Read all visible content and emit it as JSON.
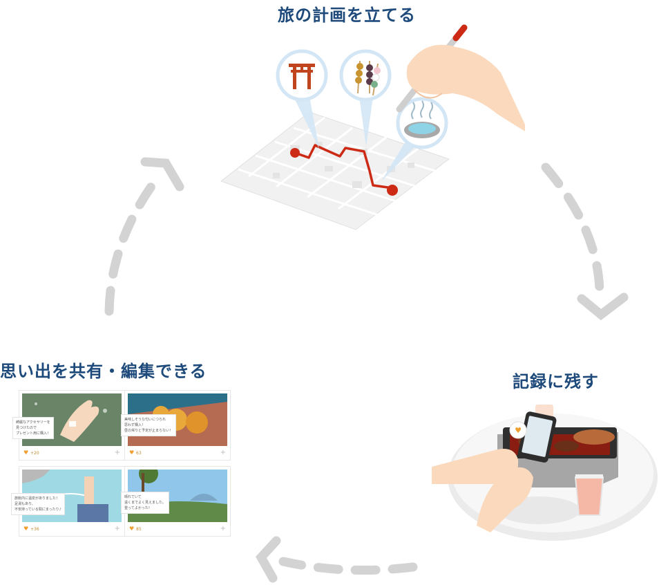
{
  "titles": {
    "plan": "旅の計画を立てる",
    "record": "記録に残す",
    "share": "思い出を共有・編集できる"
  },
  "cards": [
    {
      "note": "綺麗なアクセサリーを\n見つけたので\nプレゼント用に購入！",
      "likes": "+20",
      "plus": "+"
    },
    {
      "note": "美味しそうな匂いにつられ\n思わず購入！\n昼の帰りと予定が止まらない！",
      "likes": "63",
      "plus": "+"
    },
    {
      "note": "旅館内に温泉がありました！\n足湯もあり、\n不安持っている間にまったり♪",
      "likes": "+36",
      "plus": "+"
    },
    {
      "note": "晴れていて\n遠くまでよく見えました。\n登ってよかった！",
      "likes": "85",
      "plus": "+"
    }
  ],
  "icons": {
    "torii": "torii-gate-icon",
    "dango": "dango-icon",
    "onsen": "hot-spring-icon",
    "phone_heart": "heart-icon"
  },
  "colors": {
    "title": "#1d4a7a",
    "route": "#cc2a14",
    "arrow": "#d3d3d3",
    "bubble": "#d3e6f6",
    "like": "#f0a030"
  }
}
